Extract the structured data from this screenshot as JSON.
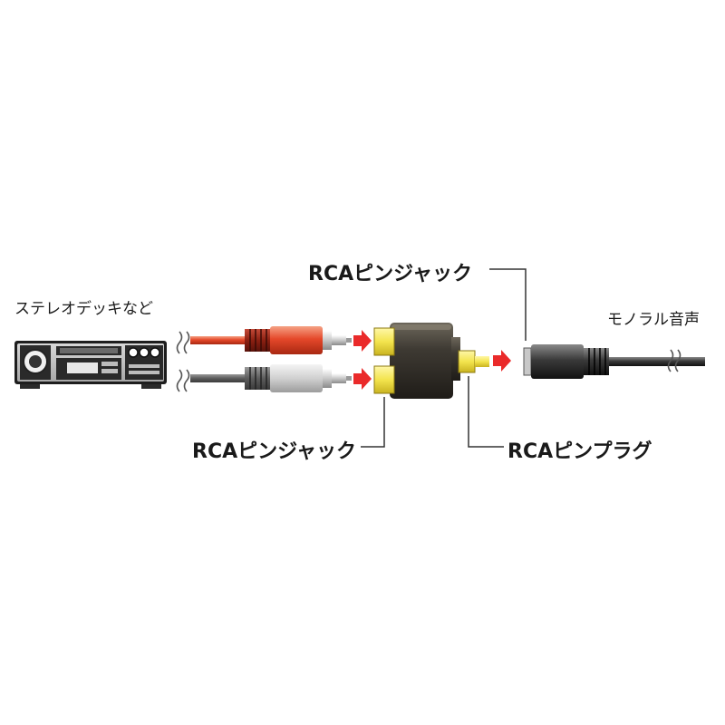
{
  "labels": {
    "source_device": "ステレオデッキなど",
    "rca_jack_top": "RCAピンジャック",
    "rca_jack_bottom": "RCAピンジャック",
    "rca_plug": "RCAピンプラグ",
    "mono_audio": "モノラル音声"
  },
  "colors": {
    "red_plug": "#e5482a",
    "white_plug": "#d4d4d4",
    "adapter_body": "#3e3a33",
    "gold_contact": "#f3e44d",
    "arrow_red": "#ea2a2a",
    "mono_cable": "#3a3a3a",
    "leader_line": "#333333"
  },
  "icons": {
    "device": "stereo-deck-icon",
    "break": "cable-break-icon",
    "flow": "flow-arrow-icon"
  }
}
